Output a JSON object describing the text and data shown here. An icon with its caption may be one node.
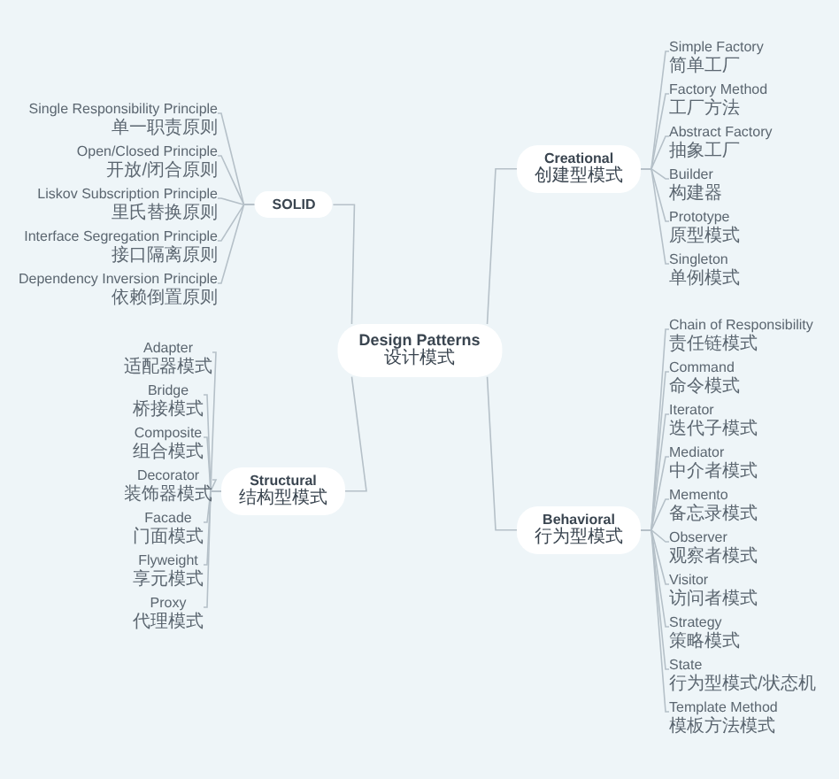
{
  "diagram": {
    "nodes": [
      {
        "text": [
          "Design Patterns",
          "设计模式"
        ]
      },
      {
        "text": [
          "SOLID"
        ]
      },
      {
        "text": [
          "Single Responsibility Principle",
          "单一职责原则"
        ]
      },
      {
        "text": [
          "Open/Closed Principle",
          "开放/闭合原则"
        ]
      },
      {
        "text": [
          "Liskov Subscription Principle",
          "里氏替换原则"
        ]
      },
      {
        "text": [
          "Interface Segregation Principle",
          "接口隔离原则"
        ]
      },
      {
        "text": [
          "Dependency Inversion Principle",
          "依赖倒置原则"
        ]
      },
      {
        "text": [
          "Creational",
          "创建型模式"
        ]
      },
      {
        "text": [
          "Simple Factory",
          "简单工厂"
        ]
      },
      {
        "text": [
          "Factory Method",
          "工厂方法"
        ]
      },
      {
        "text": [
          "Abstract Factory",
          "抽象工厂"
        ]
      },
      {
        "text": [
          "Builder",
          "构建器"
        ]
      },
      {
        "text": [
          "Prototype",
          "原型模式"
        ]
      },
      {
        "text": [
          "Singleton",
          "单例模式"
        ]
      },
      {
        "text": [
          "Structural",
          "结构型模式"
        ]
      },
      {
        "text": [
          "Adapter",
          "适配器模式"
        ]
      },
      {
        "text": [
          "Bridge",
          "桥接模式"
        ]
      },
      {
        "text": [
          "Composite",
          "组合模式"
        ]
      },
      {
        "text": [
          "Decorator",
          "装饰器模式"
        ]
      },
      {
        "text": [
          "Facade",
          "门面模式"
        ]
      },
      {
        "text": [
          "Flyweight",
          "享元模式"
        ]
      },
      {
        "text": [
          "Proxy",
          "代理模式"
        ]
      },
      {
        "text": [
          "Behavioral",
          "行为型模式"
        ]
      },
      {
        "text": [
          "Chain of Responsibility",
          "责任链模式"
        ]
      },
      {
        "text": [
          "Command",
          "命令模式"
        ]
      },
      {
        "text": [
          "Iterator",
          "迭代子模式"
        ]
      },
      {
        "text": [
          "Mediator",
          "中介者模式"
        ]
      },
      {
        "text": [
          "Memento",
          "备忘录模式"
        ]
      },
      {
        "text": [
          "Observer",
          "观察者模式"
        ]
      },
      {
        "text": [
          "Visitor",
          "访问者模式"
        ]
      },
      {
        "text": [
          "Strategy",
          "策略模式"
        ]
      },
      {
        "text": [
          "State",
          "行为型模式/状态机"
        ]
      },
      {
        "text": [
          "Template Method",
          "模板方法模式"
        ]
      }
    ],
    "edges": [
      {
        "from": 0,
        "to": 1,
        "arrow": "none"
      },
      {
        "from": 0,
        "to": 7,
        "arrow": "none"
      },
      {
        "from": 0,
        "to": 14,
        "arrow": "none"
      },
      {
        "from": 0,
        "to": 22,
        "arrow": "none"
      },
      {
        "from": 1,
        "to": 2,
        "arrow": "none"
      },
      {
        "from": 1,
        "to": 3,
        "arrow": "none"
      },
      {
        "from": 1,
        "to": 4,
        "arrow": "none"
      },
      {
        "from": 1,
        "to": 5,
        "arrow": "none"
      },
      {
        "from": 1,
        "to": 6,
        "arrow": "none"
      },
      {
        "from": 7,
        "to": 8,
        "arrow": "none"
      },
      {
        "from": 7,
        "to": 9,
        "arrow": "none"
      },
      {
        "from": 7,
        "to": 10,
        "arrow": "none"
      },
      {
        "from": 7,
        "to": 11,
        "arrow": "none"
      },
      {
        "from": 7,
        "to": 12,
        "arrow": "none"
      },
      {
        "from": 7,
        "to": 13,
        "arrow": "none"
      },
      {
        "from": 14,
        "to": 15,
        "arrow": "none"
      },
      {
        "from": 14,
        "to": 16,
        "arrow": "none"
      },
      {
        "from": 14,
        "to": 17,
        "arrow": "none"
      },
      {
        "from": 14,
        "to": 18,
        "arrow": "none"
      },
      {
        "from": 14,
        "to": 19,
        "arrow": "none"
      },
      {
        "from": 14,
        "to": 20,
        "arrow": "none"
      },
      {
        "from": 14,
        "to": 21,
        "arrow": "none"
      },
      {
        "from": 22,
        "to": 23,
        "arrow": "none"
      },
      {
        "from": 22,
        "to": 24,
        "arrow": "none"
      },
      {
        "from": 22,
        "to": 25,
        "arrow": "none"
      },
      {
        "from": 22,
        "to": 26,
        "arrow": "none"
      },
      {
        "from": 22,
        "to": 27,
        "arrow": "none"
      },
      {
        "from": 22,
        "to": 28,
        "arrow": "none"
      },
      {
        "from": 22,
        "to": 29,
        "arrow": "none"
      },
      {
        "from": 22,
        "to": 30,
        "arrow": "none"
      },
      {
        "from": 22,
        "to": 31,
        "arrow": "none"
      },
      {
        "from": 22,
        "to": 32,
        "arrow": "none"
      }
    ]
  }
}
